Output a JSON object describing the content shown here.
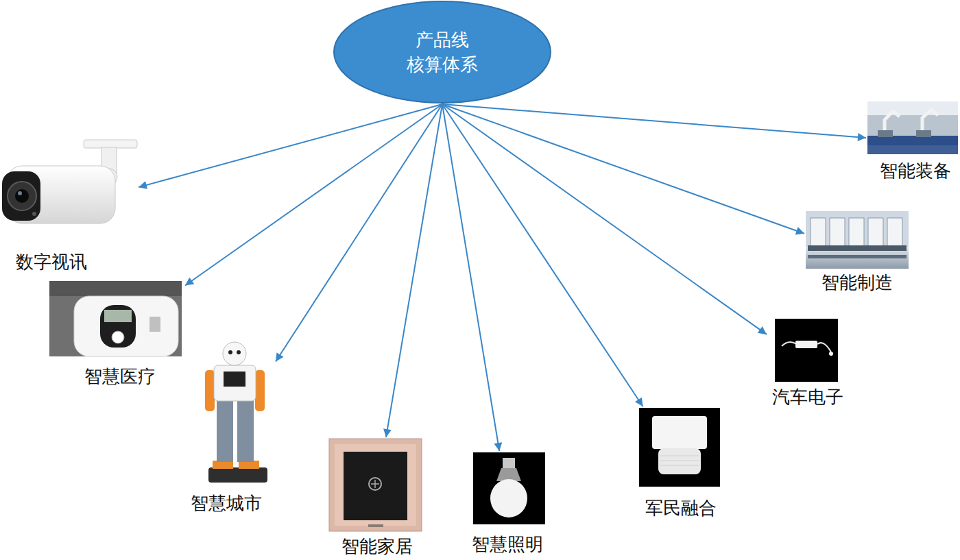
{
  "diagram": {
    "nodes": [
      {
        "text": [
          "产品线 核算体系"
        ]
      },
      {
        "text": [
          "数字视讯"
        ]
      },
      {
        "text": [
          "智慧医疗"
        ]
      },
      {
        "text": [
          "智慧城市"
        ]
      },
      {
        "text": [
          "智能家居"
        ]
      },
      {
        "text": [
          "智慧照明"
        ]
      },
      {
        "text": [
          "军民融合"
        ]
      },
      {
        "text": [
          "汽车电子"
        ]
      },
      {
        "text": [
          "智能制造"
        ]
      },
      {
        "text": [
          "智能装备"
        ]
      }
    ],
    "edges": [
      {
        "from": 0,
        "to": 1,
        "arrow": "to"
      },
      {
        "from": 0,
        "to": 2,
        "arrow": "to"
      },
      {
        "from": 0,
        "to": 3,
        "arrow": "to"
      },
      {
        "from": 0,
        "to": 4,
        "arrow": "to"
      },
      {
        "from": 0,
        "to": 5,
        "arrow": "to"
      },
      {
        "from": 0,
        "to": 6,
        "arrow": "to"
      },
      {
        "from": 0,
        "to": 7,
        "arrow": "to"
      },
      {
        "from": 0,
        "to": 8,
        "arrow": "to"
      },
      {
        "from": 0,
        "to": 9,
        "arrow": "to"
      }
    ]
  }
}
